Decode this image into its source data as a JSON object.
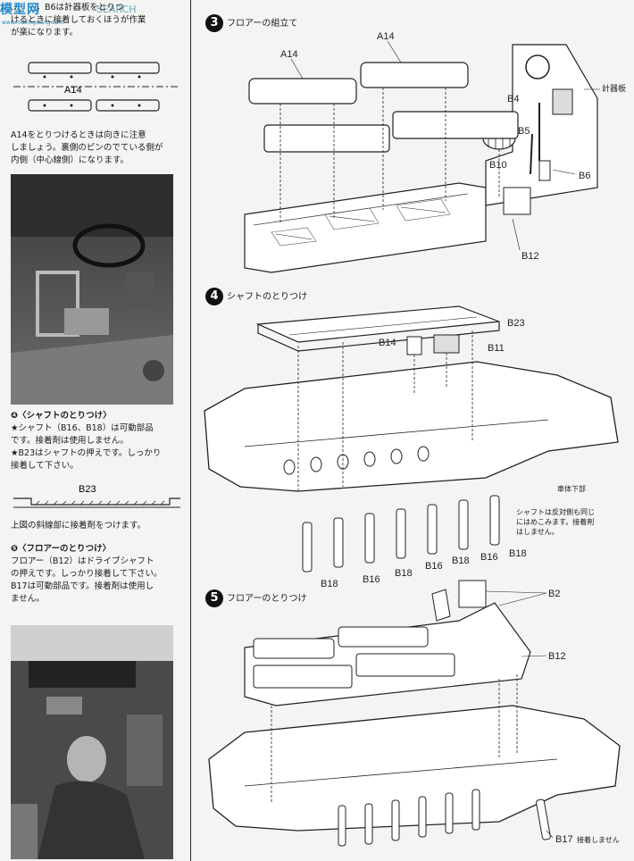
{
  "watermark": {
    "brand": "模型网",
    "site": "www.moxingwang.com",
    "search": "SEARCH"
  },
  "left": {
    "intro_text": "…　　，B6は計器板をとりつ\nけるときに接着しておくほうが作業\nが楽になります。",
    "a14_label": "A14",
    "a14_note": "A14をとりつけるときは向きに注意\nしましょう。裏側のピンのでている側が\n内側（中心線側）になります。",
    "step4_title": "❹〈シャフトのとりつけ〉",
    "step4_text": "★シャフト（B16、B18）は可動部品\nです。接着剤は使用しません。\n★B23はシャフトの押えです。しっかり\n接着して下さい。",
    "b23_label": "B23",
    "b23_note": "上図の斜線部に接着剤をつけます。",
    "step5_title": "❺〈フロアーのとりつけ〉",
    "step5_text": "フロアー（B12）はドライブシャフト\nの押えです。しっかり接着して下さい。\nB17は可動部品です。接着剤は使用し\nません。"
  },
  "steps": [
    {
      "num": "3",
      "title": "フロアーの組立て"
    },
    {
      "num": "4",
      "title": "シャフトのとりつけ"
    },
    {
      "num": "5",
      "title": "フロアーのとりつけ"
    }
  ],
  "labels3": {
    "a14a": "A14",
    "a14b": "A14",
    "gauge": "計器板",
    "b4": "B4",
    "b5": "B5",
    "b10": "B10",
    "b6": "B6",
    "b12": "B12"
  },
  "labels4": {
    "b23": "B23",
    "b14": "B14",
    "b11": "B11",
    "hull": "車体下部",
    "note": "シャフトは反対側も同じ\nにはめこみます。接着剤\nはしません。",
    "shafts": [
      "B18",
      "B16",
      "B18",
      "B16",
      "B18",
      "B16",
      "B18"
    ]
  },
  "labels5": {
    "b2": "B2",
    "b12": "B12",
    "b17": "B17",
    "b17note": "接着しません"
  }
}
